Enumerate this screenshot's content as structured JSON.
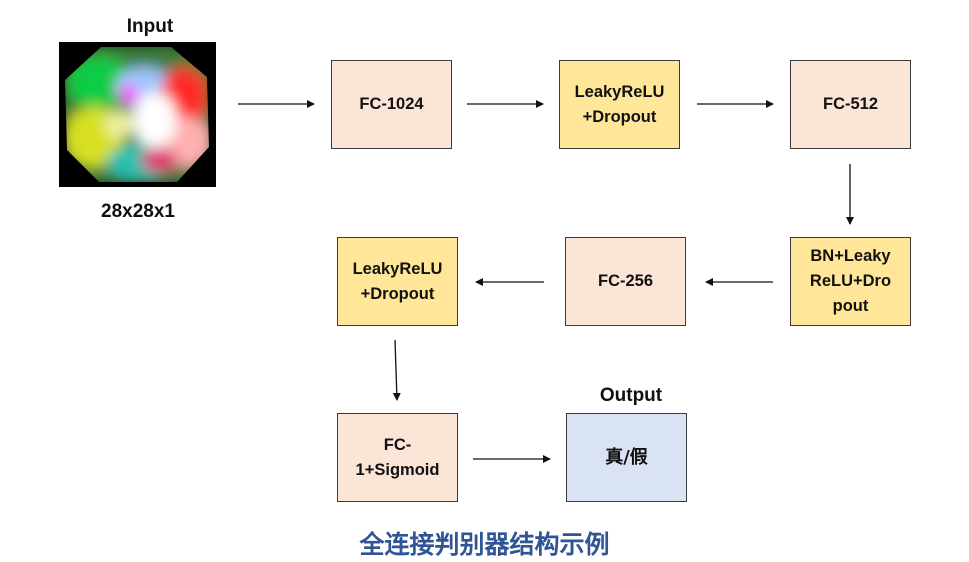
{
  "input": {
    "title": "Input",
    "shape": "28x28x1"
  },
  "output": {
    "title": "Output"
  },
  "nodes": {
    "fc1024": "FC-1024",
    "act1": "LeakyReLU\n+Dropout",
    "fc512": "FC-512",
    "bn": "BN+Leaky\nReLU+Dro\npout",
    "fc256": "FC-256",
    "act2": "LeakyReLU\n+Dropout",
    "fc1": "FC-\n1+Sigmoid",
    "result": "真/假"
  },
  "caption": "全连接判别器结构示例",
  "colors": {
    "fc_fill": "#fbe5d6",
    "activation_fill": "#ffe699",
    "output_fill": "#dae3f3",
    "caption": "#2f5597"
  }
}
